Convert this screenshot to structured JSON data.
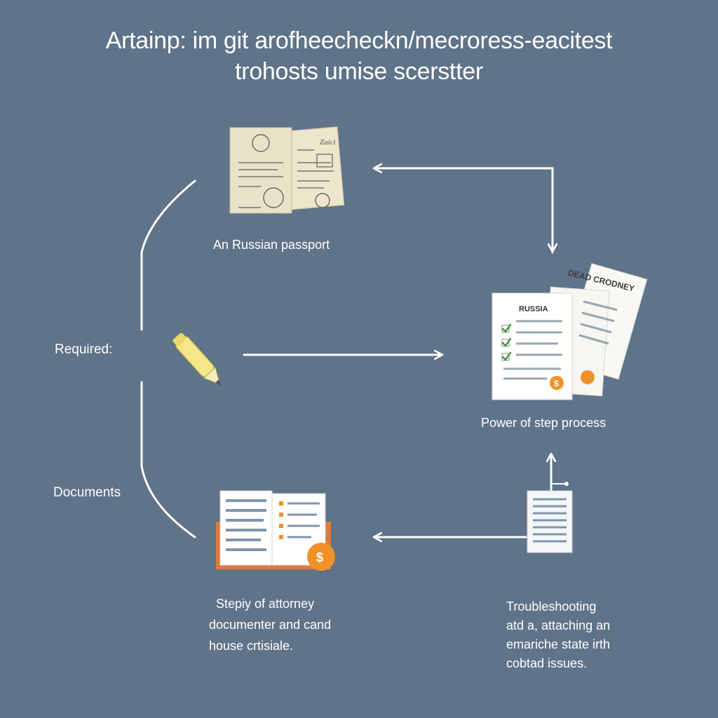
{
  "title": {
    "line1": "Artainp: im git arofheecheckn/mecroress-eacitest",
    "line2": "trohosts umise scerstter"
  },
  "side_labels": {
    "required": "Required:",
    "documents": "Documents"
  },
  "nodes": {
    "passport": {
      "label": "An Russian passport",
      "doc_text": "Zaici"
    },
    "power": {
      "label": "Power of step process",
      "doc_front_text": "RUSSIA",
      "doc_back_text": "DEAD CRODNEY",
      "badge_text": "$"
    },
    "attorney": {
      "label_lines": [
        "Stepiy of attorney",
        "documenter and cand",
        "house crtisiale."
      ],
      "badge_text": "$"
    },
    "troubleshooting": {
      "label_lines": [
        "Troubleshooting",
        "atd a, attaching an",
        "emariche state irth",
        "cobtad issues."
      ]
    }
  },
  "colors": {
    "background": "#5f7389",
    "line": "#ffffff",
    "paper": "#f7f7f2",
    "parchment": "#e9e2c8",
    "badge": "#f0922a",
    "book_cover": "#e07a3a",
    "check": "#3a9b3a",
    "doc_line": "#9aa6b2",
    "doc_blue": "#7f95ae",
    "pen": "#f3e78a"
  },
  "icons": {
    "passport": "passport-documents-icon",
    "pen": "pen-icon",
    "checklist": "checklist-documents-icon",
    "book": "open-book-icon",
    "tagged_document": "tagged-document-icon"
  }
}
